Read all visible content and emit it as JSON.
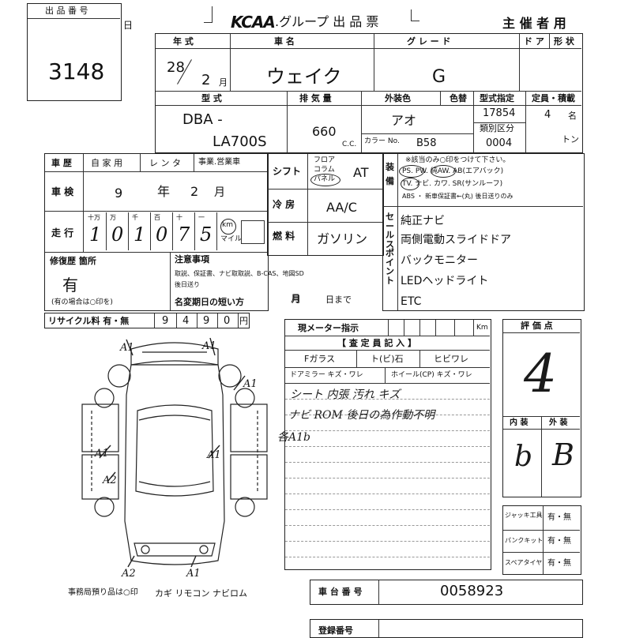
{
  "header": {
    "lot_label": "出 品 番 号",
    "lot_number": "3148",
    "day_suffix": "日",
    "logo": "KCAA",
    "title": ".グループ 出 品 票",
    "organizer": "主 催 者 用"
  },
  "row1": {
    "year_label": "年 式",
    "car_name_label": "車 名",
    "grade_label": "グ レ ー ド",
    "door_label": "ド ア",
    "shape_label": "形 状",
    "year_value": "28",
    "month_value": "2",
    "month_unit": "月",
    "car_name": "ウェイク",
    "grade": "G"
  },
  "row2": {
    "model_label": "型 式",
    "displacement_label": "排 気 量",
    "exterior_color_label": "外装色",
    "color_no_label": "色替",
    "type_designation_label": "型式指定",
    "capacity_label": "定員・積載",
    "model_prefix": "DBA -",
    "model_code": "LA700S",
    "displacement": "660",
    "cc_unit": "C.C.",
    "exterior_color": "アオ",
    "color_code_label": "カラー No.",
    "color_code": "B58",
    "type_designation": "17854",
    "category_label": "類別区分",
    "category": "0004",
    "capacity": "4",
    "capacity_unit": "名",
    "load_unit": "トン"
  },
  "history": {
    "label": "車 歴",
    "options": [
      "自 家 用",
      "レ ン タ",
      "事業.営業車"
    ],
    "inspection_label": "車 検",
    "inspection_year": "9",
    "year_unit": "年",
    "inspection_month": "2",
    "month_unit": "月",
    "mileage_label": "走 行",
    "digit_headers": [
      "十万",
      "万",
      "千",
      "百",
      "十",
      "一"
    ],
    "mileage_digits": [
      "1",
      "0",
      "1",
      "0",
      "7",
      "5"
    ],
    "km_label": "km",
    "mile_label": "マイル",
    "repair_label": "修復歴 箇所",
    "repair_value": "有",
    "repair_note": "(有の場合は○印を)",
    "caution_label": "注意事項",
    "caution_text": "取説、保証書、ナビ取取説、B-CAS、地図SD",
    "caution_text2": "後日送り",
    "expiry_label": "名変期日の短い方",
    "expiry_month": "月",
    "expiry_day": "日まで",
    "recycle_label": "リサイクル料 有・無",
    "recycle_digits": [
      "9",
      "4",
      "9",
      "0"
    ],
    "recycle_unit": "円"
  },
  "middle": {
    "shift_label": "シフト",
    "shift_options": [
      "フロア",
      "コラム",
      "パネル"
    ],
    "shift_value": "AT",
    "ac_label": "冷 房",
    "ac_value": "AA/C",
    "fuel_label": "燃 料",
    "fuel_value": "ガソリン",
    "sales_point_label": "セールスポイント"
  },
  "equipment": {
    "label": "装備",
    "note": "※該当のみ○印をつけて下さい。",
    "line1": "PS. PW. 純AW. AB(エアバック)",
    "line2": "TV. ナビ. カワ. SR(サンルーフ)",
    "line3": "ABS ・ 新車保証書←(丸) 後日送りのみ"
  },
  "sales_points": [
    "純正ナビ",
    "両側電動スライドドア",
    "バックモニター",
    "LEDヘッドライト",
    "ETC"
  ],
  "meter": {
    "label": "現メーター指示",
    "unit": "Km",
    "inspector_label": "【 査 定 員 記 入 】",
    "cells": [
      "Fガラス",
      "ト(ビ)石",
      "ヒビワレ"
    ],
    "mirror": "ドアミラー キズ・ワレ",
    "wheel": "ホイール(CP) キズ・ワレ",
    "notes": [
      "シート 内張 汚れ キズ",
      "ナビ ROM 後日の為作動不明",
      "各A1b"
    ]
  },
  "score": {
    "label": "評 価 点",
    "value": "4",
    "interior_label": "内 装",
    "exterior_label": "外 装",
    "interior": "b",
    "exterior": "B"
  },
  "tools": [
    {
      "label": "ジャッキ工具",
      "value": "有・無"
    },
    {
      "label": "パンクキット",
      "value": "有・無"
    },
    {
      "label": "スペアタイヤ",
      "value": "有・無"
    }
  ],
  "diagram": {
    "marks": [
      "A1",
      "A1",
      "A1",
      "A1",
      "A1",
      "A2",
      "A2",
      "A1"
    ],
    "kept_items": "事務局預り品は○印",
    "kept_list": "カギ リモコン ナビロム"
  },
  "chassis": {
    "label": "車 台 番 号",
    "value": "0058923"
  },
  "footer": {
    "label": "登録番号"
  }
}
